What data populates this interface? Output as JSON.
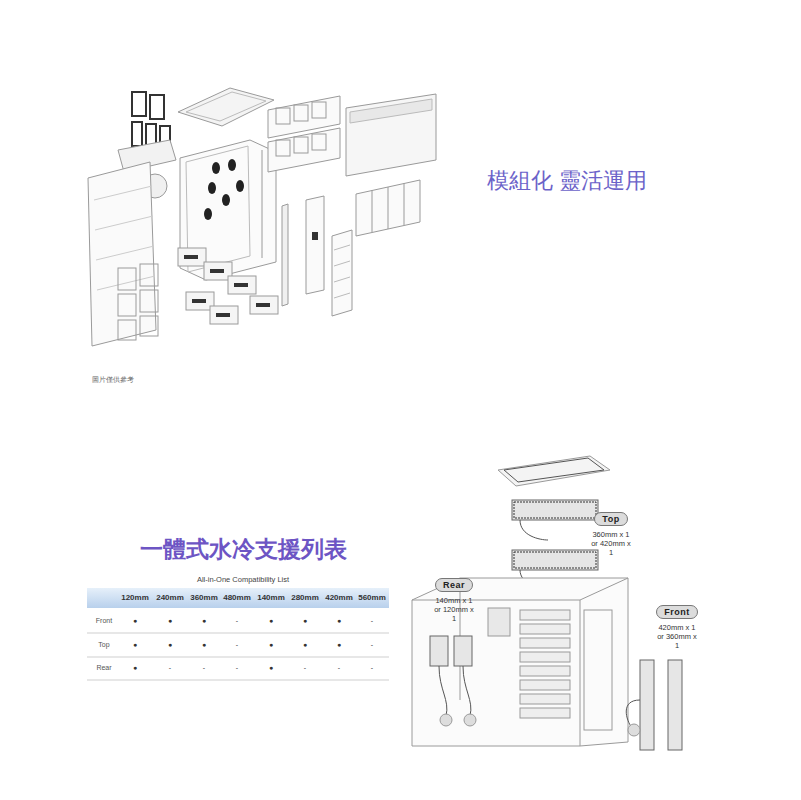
{
  "diagram": {
    "nodes": [
      {
        "text": [
          "Top",
          "360mm x 1 or 420mm x 1"
        ]
      },
      {
        "text": [
          "Rear",
          "140mm x 1 or 120mm x 1"
        ]
      },
      {
        "text": [
          "Front",
          "420mm x 1 or 360mm x 1"
        ]
      }
    ],
    "labels": [
      "模組化 靈活運用",
      "圖片僅供參考",
      "一體式水冷支援列表",
      "All-in-One Compatibility List",
      "120mm",
      "240mm",
      "360mm",
      "480mm",
      "140mm",
      "280mm",
      "420mm",
      "560mm",
      "Front",
      "●",
      "●",
      "●",
      "-",
      "●",
      "●",
      "●",
      "-",
      "Top",
      "●",
      "●",
      "●",
      "-",
      "●",
      "●",
      "●",
      "-",
      "Rear",
      "●",
      "-",
      "-",
      "-",
      "●",
      "-",
      "-",
      "-"
    ]
  }
}
